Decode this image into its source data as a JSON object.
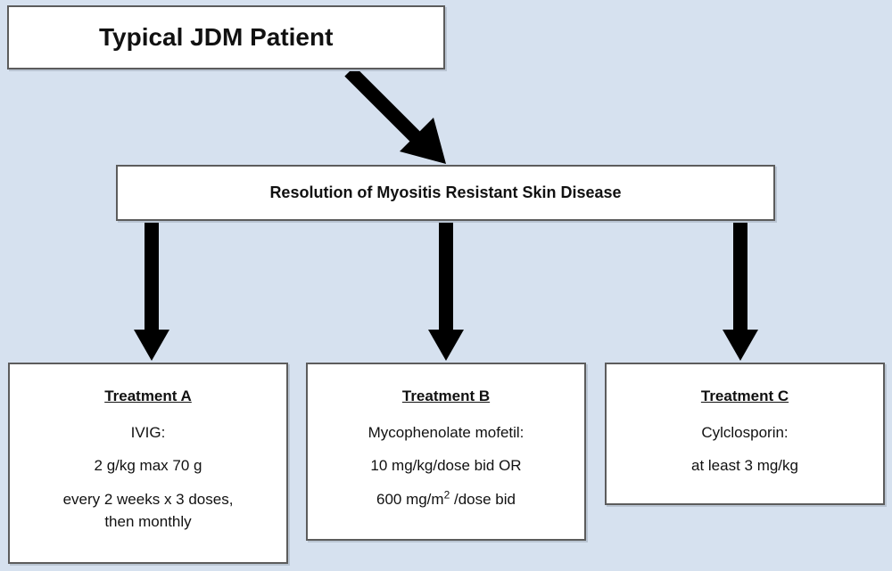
{
  "title": "Typical JDM Patient",
  "resolution": "Resolution of Myositis Resistant Skin Disease",
  "treatments": [
    {
      "title": "Treatment A",
      "lines": [
        "IVIG:",
        "2 g/kg max 70 g",
        "every 2 weeks x 3 doses,",
        "then monthly"
      ]
    },
    {
      "title": "Treatment B",
      "lines": [
        "Mycophenolate mofetil:",
        "10 mg/kg/dose bid OR"
      ],
      "dose_prefix": "600 mg/m",
      "dose_sup": "2",
      "dose_suffix": " /dose bid"
    },
    {
      "title": "Treatment C",
      "lines": [
        "Cylclosporin:",
        "at least 3 mg/kg"
      ]
    }
  ],
  "colors": {
    "background": "#d6e1ef",
    "box_fill": "#ffffff",
    "box_border": "#5c5c5c",
    "arrow": "#000000"
  }
}
